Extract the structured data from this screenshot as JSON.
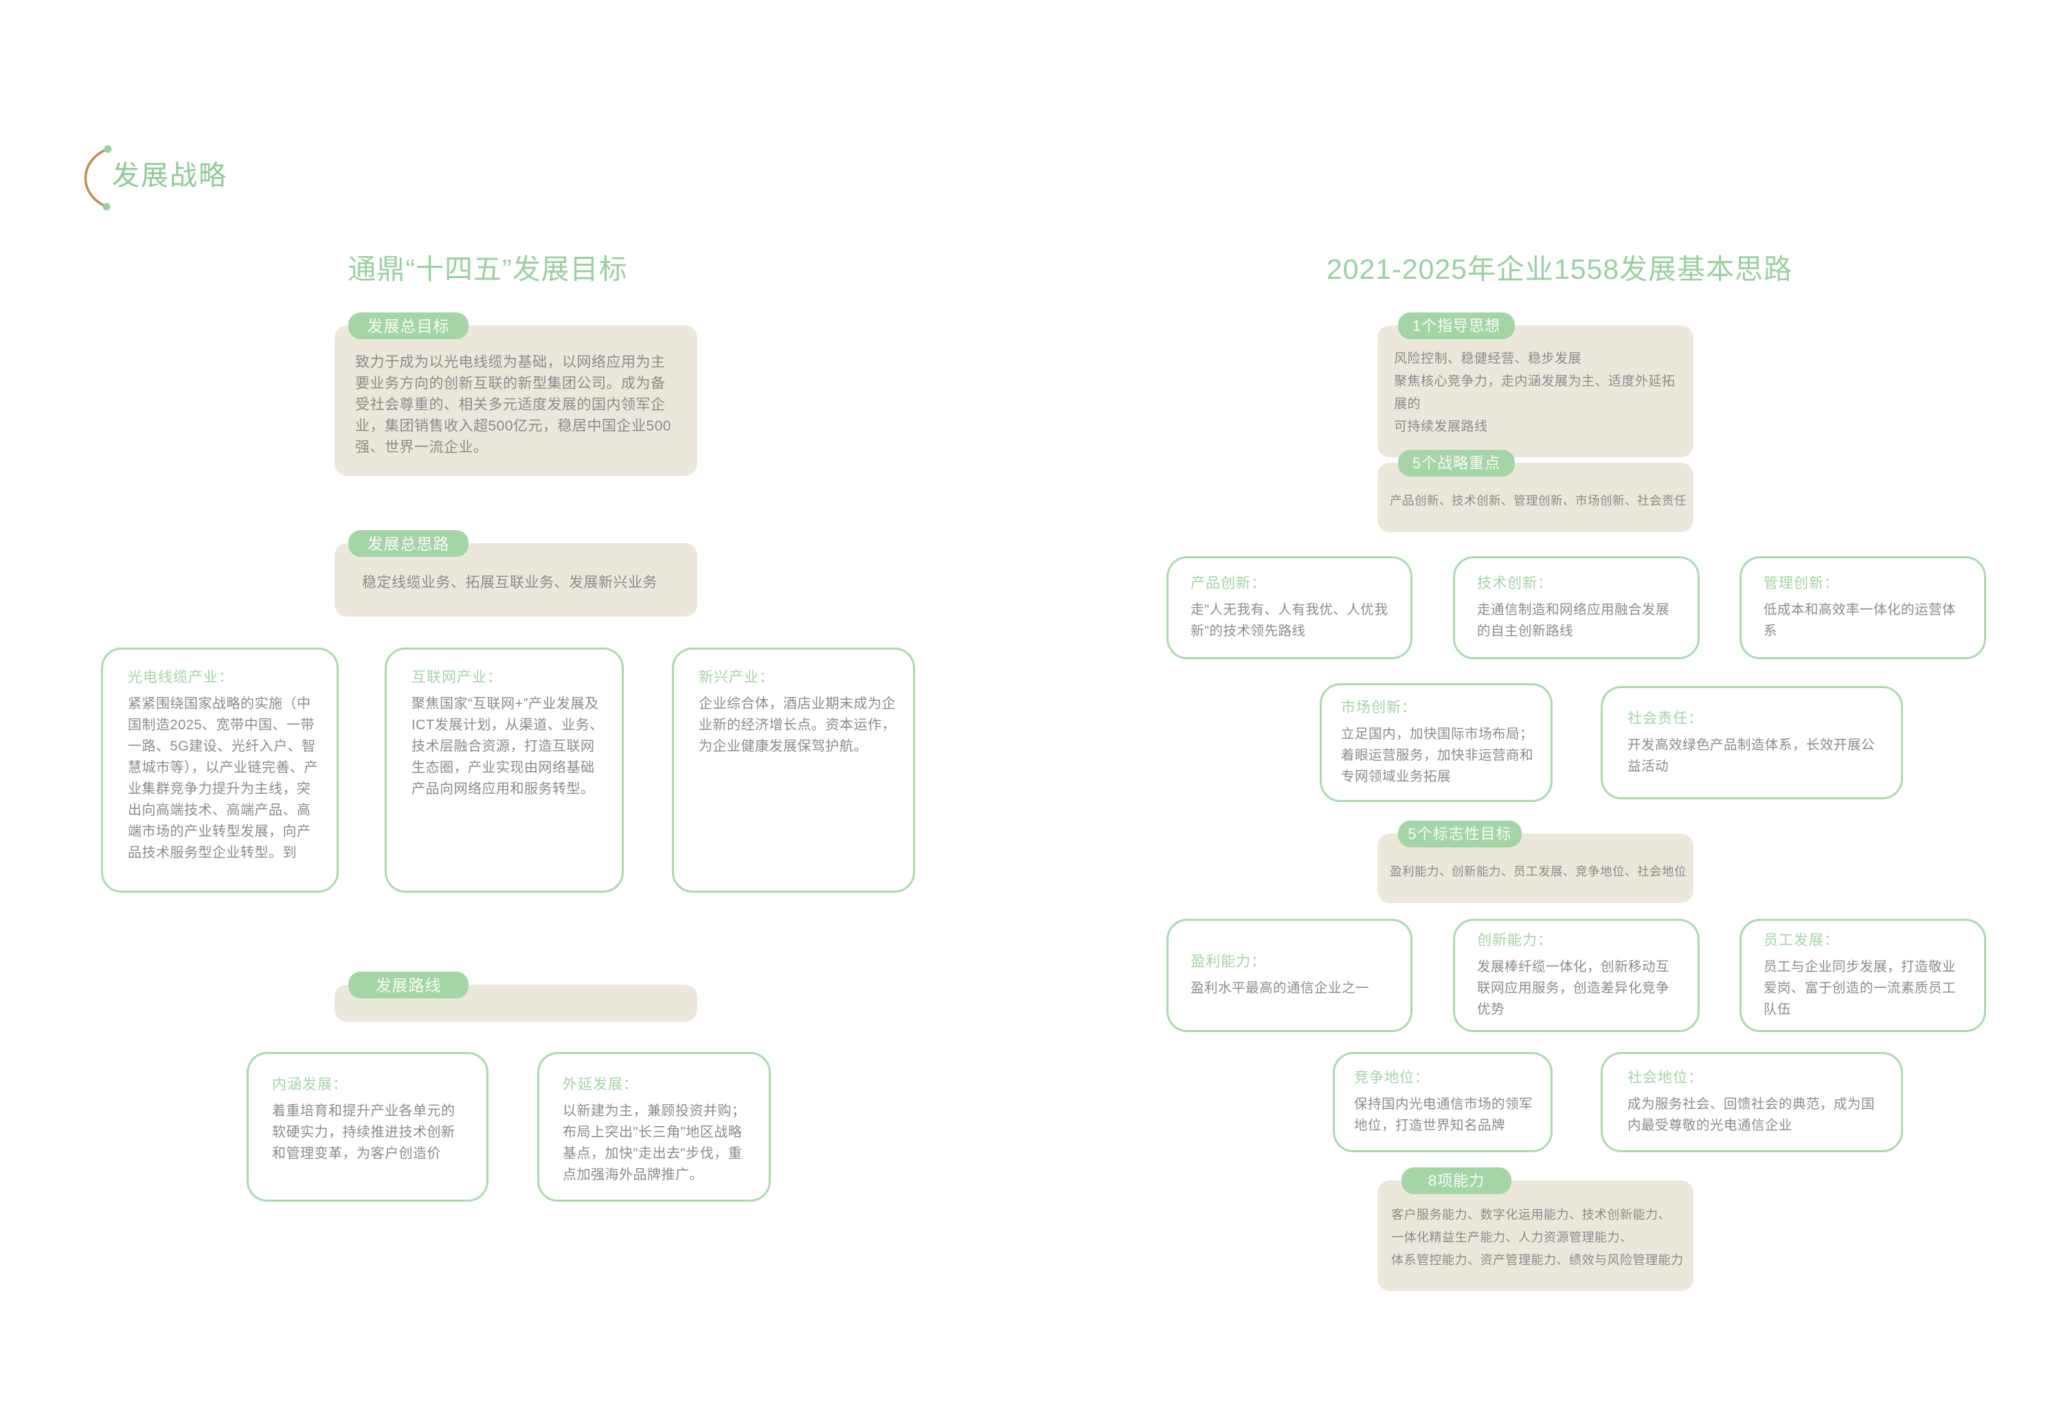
{
  "page": {
    "header": "发展战略"
  },
  "colors": {
    "accent_green": "#a3d5a6",
    "title_green": "#9ad0a0",
    "border_green": "#abd9af",
    "panel_beige": "#ece7db",
    "body_grey": "#8b8b8b",
    "arc_orange": "#bd8b50",
    "tab_text": "#fbfaf4"
  },
  "left": {
    "title": "通鼎“十四五”发展目标",
    "goal": {
      "tab": "发展总目标",
      "body": "致力于成为以光电线缆为基础，以网络应用为主要业务方向的创新互联的新型集团公司。成为备受社会尊重的、相关多元适度发展的国内领军企业，集团销售收入超500亿元，稳居中国企业500强、世界一流企业。"
    },
    "approach": {
      "tab": "发展总思路",
      "body": "稳定线缆业务、拓展互联业务、发展新兴业务"
    },
    "industries": [
      {
        "label": "光电线缆产业：",
        "body": "紧紧围绕国家战略的实施（中国制造2025、宽带中国、一带一路、5G建设、光纤入户、智慧城市等），以产业链完善、产业集群竞争力提升为主线，突出向高端技术、高端产品、高端市场的产业转型发展，向产品技术服务型企业转型。到"
      },
      {
        "label": "互联网产业：",
        "body": "聚焦国家“互联网+”产业发展及ICT发展计划，从渠道、业务、技术层融合资源，打造互联网生态圈，产业实现由网络基础产品向网络应用和服务转型。"
      },
      {
        "label": "新兴产业：",
        "body": "企业综合体，酒店业期末成为企业新的经济增长点。资本运作，为企业健康发展保驾护航。"
      }
    ],
    "route": {
      "tab": "发展路线"
    },
    "paths": [
      {
        "label": "内涵发展：",
        "body": "着重培育和提升产业各单元的软硬实力，持续推进技术创新和管理变革，为客户创造价"
      },
      {
        "label": "外延发展：",
        "body": "以新建为主，兼顾投资并购；布局上突出\"长三角\"地区战略基点，加快\"走出去\"步伐，重点加强海外品牌推广。"
      }
    ]
  },
  "right": {
    "title": "2021-2025年企业1558发展基本思路",
    "guiding": {
      "tab": "1个指导思想",
      "lines": [
        "风险控制、稳健经营、稳步发展",
        "聚焦核心竞争力，走内涵发展为主、适度外延拓展的",
        "可持续发展路线"
      ]
    },
    "strategic": {
      "tab": "5个战略重点",
      "body": "产品创新、技术创新、管理创新、市场创新、社会责任"
    },
    "innovations": [
      {
        "label": "产品创新：",
        "body": "走\"人无我有、人有我优、人优我新\"的技术领先路线"
      },
      {
        "label": "技术创新：",
        "body": "走通信制造和网络应用融合发展的自主创新路线"
      },
      {
        "label": "管理创新：",
        "body": "低成本和高效率一体化的运营体系"
      },
      {
        "label": "市场创新：",
        "body": "立足国内，加快国际市场布局；着眼运营服务，加快非运营商和专网领域业务拓展"
      },
      {
        "label": "社会责任：",
        "body": "开发高效绿色产品制造体系，长效开展公益活动"
      }
    ],
    "landmark": {
      "tab": "5个标志性目标",
      "body": "盈利能力、创新能力、员工发展、竞争地位、社会地位"
    },
    "goals": [
      {
        "label": "盈利能力：",
        "body": "盈利水平最高的通信企业之一"
      },
      {
        "label": "创新能力：",
        "body": "发展棒纤缆一体化，创新移动互联网应用服务，创造差异化竞争优势"
      },
      {
        "label": "员工发展：",
        "body": "员工与企业同步发展，打造敬业爱岗、富于创造的一流素质员工队伍"
      },
      {
        "label": "竞争地位：",
        "body": "保持国内光电通信市场的领军地位，打造世界知名品牌"
      },
      {
        "label": "社会地位：",
        "body": "成为服务社会、回馈社会的典范，成为国内最受尊敬的光电通信企业"
      }
    ],
    "ability": {
      "tab": "8项能力",
      "lines": [
        "客户服务能力、数字化运用能力、技术创新能力、",
        "一体化精益生产能力、人力资源管理能力、",
        "体系管控能力、资产管理能力、绩效与风险管理能力"
      ]
    }
  }
}
